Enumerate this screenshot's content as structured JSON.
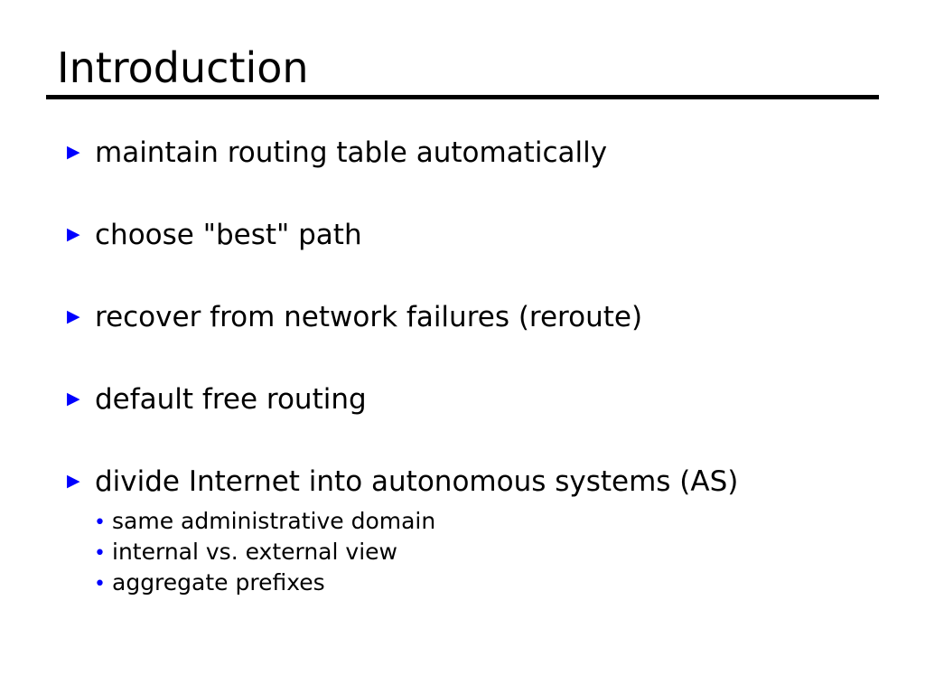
{
  "slide": {
    "title": "Introduction",
    "background_color": "#ffffff",
    "text_color": "#000000",
    "accent_color": "#0000ff",
    "rule_color": "#000000",
    "bullet_marker_glyph": "▶",
    "sub_bullet_marker_glyph": "•",
    "bullets": [
      {
        "text": "maintain routing table automatically"
      },
      {
        "text": "choose \"best\" path"
      },
      {
        "text": "recover from network failures (reroute)"
      },
      {
        "text": "default free routing"
      },
      {
        "text": "divide Internet into autonomous systems (AS)"
      }
    ],
    "sub_bullets": [
      {
        "text": "same administrative domain"
      },
      {
        "text": "internal vs. external view"
      },
      {
        "text": "aggregate prefixes"
      }
    ]
  }
}
